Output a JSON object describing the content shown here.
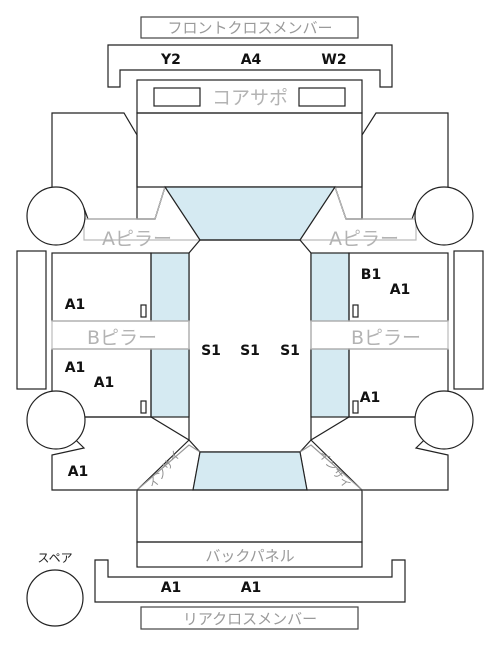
{
  "labels": {
    "front_cross_member": "フロントクロスメンバー",
    "core_support": "コアサポ",
    "a_pillar": "Aピラー",
    "b_pillar": "Bピラー",
    "back_panel": "バックパネル",
    "rear_cross_member": "リアクロスメンバー",
    "spare": "スペア",
    "front_house_left": "インサイ",
    "front_house_right": "インサイ"
  },
  "grades": {
    "front_left": "Y2",
    "front_center": "A4",
    "front_right": "W2",
    "left_front_door": "A1",
    "left_rear_door_1": "A1",
    "left_rear_door_2": "A1",
    "left_rear_quarter": "A1",
    "right_front_b1": "B1",
    "right_front_a1": "A1",
    "right_rear_a1": "A1",
    "roof_left": "S1",
    "roof_center": "S1",
    "roof_right": "S1",
    "rear_left": "A1",
    "rear_right": "A1"
  },
  "colors": {
    "glass": "#d5eaf2",
    "outline": "#222222",
    "label_gray": "#a0a0a0"
  }
}
